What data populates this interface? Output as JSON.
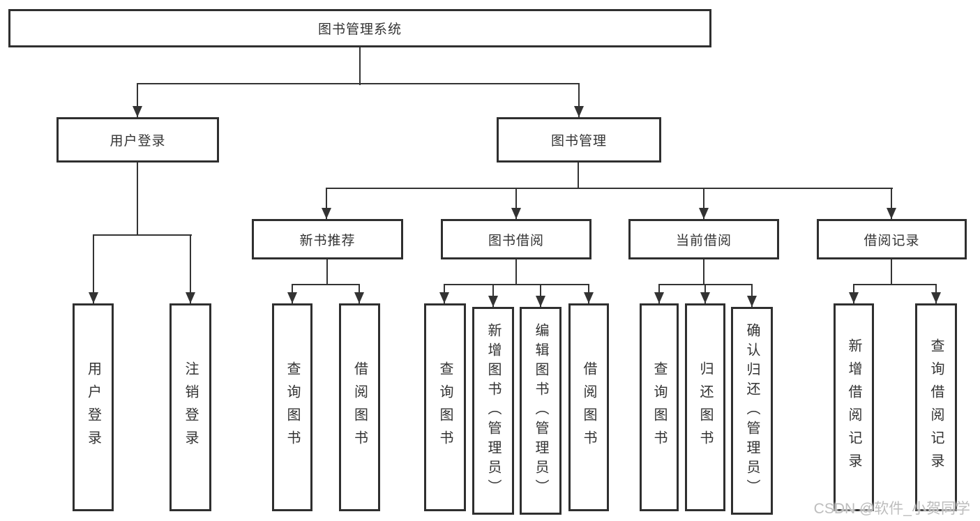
{
  "tree": {
    "label": "图书管理系统",
    "children": [
      {
        "label": "用户登录",
        "children": [
          {
            "label": "用户登录"
          },
          {
            "label": "注销登录"
          }
        ]
      },
      {
        "label": "图书管理",
        "children": [
          {
            "label": "新书推荐",
            "children": [
              {
                "label": "查询图书"
              },
              {
                "label": "借阅图书"
              }
            ]
          },
          {
            "label": "图书借阅",
            "children": [
              {
                "label": "查询图书"
              },
              {
                "label": "新增图书（管理员）"
              },
              {
                "label": "编辑图书（管理员）"
              },
              {
                "label": "借阅图书"
              }
            ]
          },
          {
            "label": "当前借阅",
            "children": [
              {
                "label": "查询图书"
              },
              {
                "label": "归还图书"
              },
              {
                "label": "确认归还（管理员）"
              }
            ]
          },
          {
            "label": "借阅记录",
            "children": [
              {
                "label": "新增借阅记录"
              },
              {
                "label": "查询借阅记录"
              }
            ]
          }
        ]
      }
    ]
  },
  "watermark": {
    "text": "CSDN @软件_小贺同学"
  },
  "colors": {
    "line": "#333333",
    "border": "#2f2f2f",
    "text": "#333333",
    "watermark_text": "#bdbdbd",
    "background": "#ffffff"
  }
}
